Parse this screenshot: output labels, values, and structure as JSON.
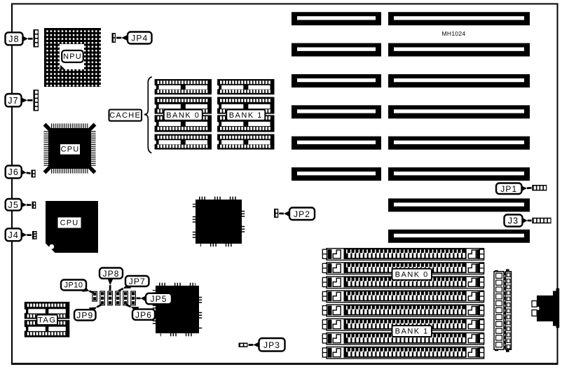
{
  "board": {
    "model": "MH1024",
    "ink": "#000000",
    "background": "#ffffff"
  },
  "chips": {
    "npu": "NPU",
    "cpu_qfp": "CPU",
    "cpu_flat": "CPU"
  },
  "cache": {
    "label": "CACHE",
    "bank0": "BANK 0",
    "bank1": "BANK 1"
  },
  "memory": {
    "bank0": "BANK 0",
    "bank1": "BANK 1"
  },
  "tag": {
    "label": "TAG"
  },
  "callouts": {
    "j8": {
      "label": "J8"
    },
    "j7": {
      "label": "J7"
    },
    "j6": {
      "label": "J6"
    },
    "j5": {
      "label": "J5"
    },
    "j4": {
      "label": "J4"
    },
    "j3": {
      "label": "J3"
    },
    "jp1": {
      "label": "JP1"
    },
    "jp2": {
      "label": "JP2"
    },
    "jp3": {
      "label": "JP3"
    },
    "jp4": {
      "label": "JP4"
    },
    "jp5": {
      "label": "JP5"
    },
    "jp6": {
      "label": "JP6"
    },
    "jp7": {
      "label": "JP7"
    },
    "jp8": {
      "label": "JP8"
    },
    "jp9": {
      "label": "JP9"
    },
    "jp10": {
      "label": "JP10"
    }
  }
}
